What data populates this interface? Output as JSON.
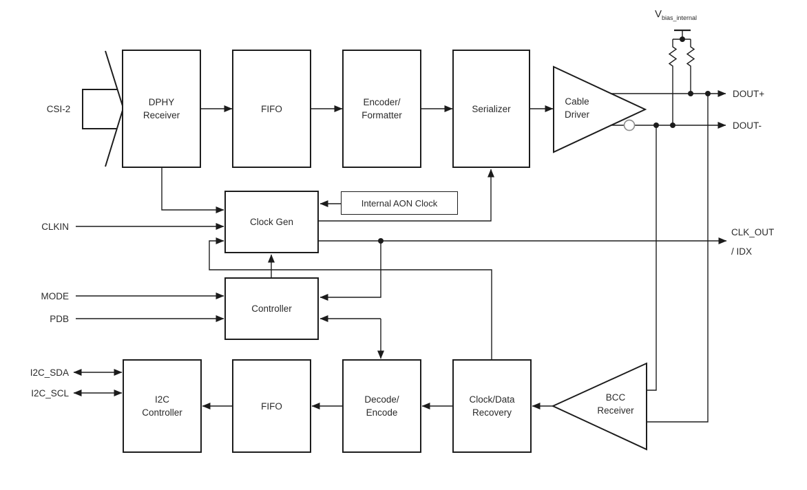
{
  "blocks": {
    "dphy_receiver": "DPHY\nReceiver",
    "fifo_top": "FIFO",
    "encoder_formatter": "Encoder/\nFormatter",
    "serializer": "Serializer",
    "cable_driver": "Cable\nDriver",
    "clock_gen": "Clock Gen",
    "internal_aon_clock": "Internal AON Clock",
    "controller": "Controller",
    "i2c_controller": "I2C\nController",
    "fifo_bottom": "FIFO",
    "decode_encode": "Decode/\nEncode",
    "clock_data_recovery": "Clock/Data\nRecovery",
    "bcc_receiver": "BCC\nReceiver"
  },
  "ports": {
    "csi2": "CSI-2",
    "clkin": "CLKIN",
    "mode": "MODE",
    "pdb": "PDB",
    "i2c_sda": "I2C_SDA",
    "i2c_scl": "I2C_SCL",
    "dout_plus": "DOUT+",
    "dout_minus": "DOUT-",
    "clk_out": "CLK_OUT",
    "clk_out_alt": "/ IDX",
    "vbias_base": "V",
    "vbias_sub": "bias_internal"
  },
  "colors": {
    "line": "#1c1c1c",
    "text": "#2a2a2a",
    "inverter_bubble": "#8f8f8f",
    "background": "#ffffff"
  }
}
